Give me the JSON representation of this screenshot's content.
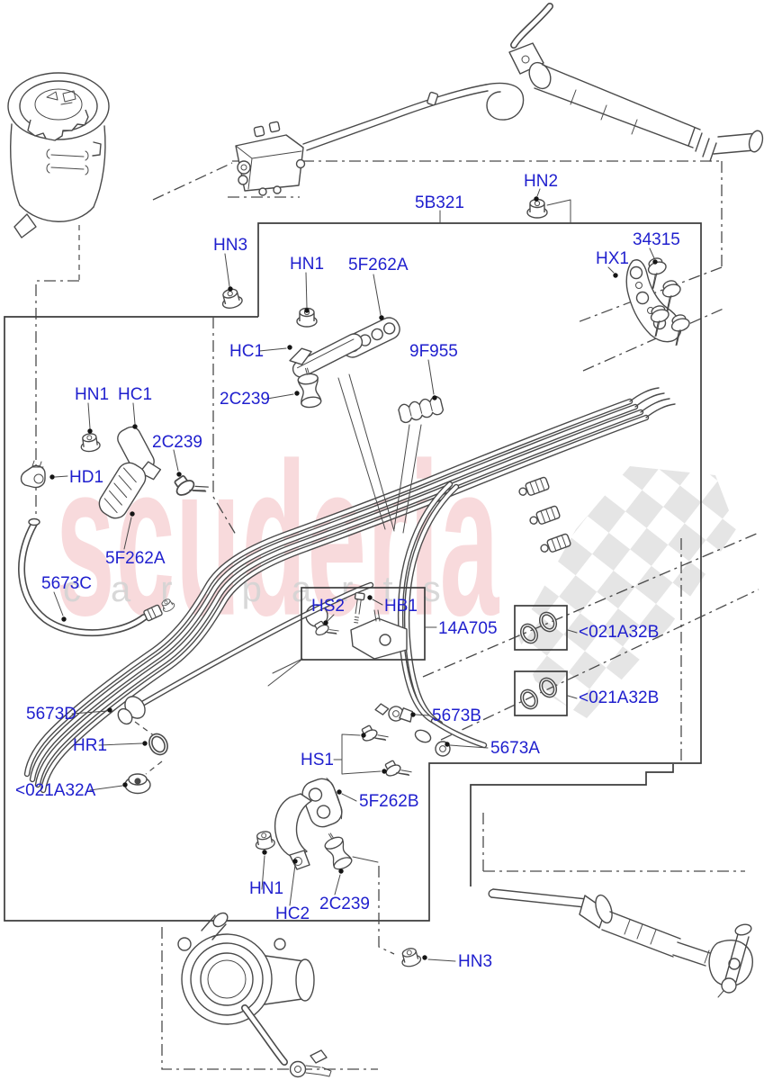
{
  "page": {
    "background": "#ffffff",
    "type": "exploded-parts-diagram",
    "subject": "power steering pipes and reservoir"
  },
  "colors": {
    "label_blue": "#1f1fce",
    "line_gray": "#4a4a4a",
    "watermark_pink": "#f2b6ba",
    "watermark_gray": "#d4d4d4",
    "flag_gray": "#e2e2e2"
  },
  "watermark": {
    "brand": "scuderia",
    "tagline": "car parts"
  },
  "labels": [
    {
      "id": "hn3-top",
      "text": "HN3"
    },
    {
      "id": "hn1-top",
      "text": "HN1"
    },
    {
      "id": "5f262a-top",
      "text": "5F262A"
    },
    {
      "id": "hc1-top",
      "text": "HC1"
    },
    {
      "id": "2c239-mid",
      "text": "2C239"
    },
    {
      "id": "5b321",
      "text": "5B321"
    },
    {
      "id": "hn2",
      "text": "HN2"
    },
    {
      "id": "34315",
      "text": "34315"
    },
    {
      "id": "hx1",
      "text": "HX1"
    },
    {
      "id": "9f955",
      "text": "9F955"
    },
    {
      "id": "hn1-left",
      "text": "HN1"
    },
    {
      "id": "hc1-left",
      "text": "HC1"
    },
    {
      "id": "2c239-left",
      "text": "2C239"
    },
    {
      "id": "hd1",
      "text": "HD1"
    },
    {
      "id": "5f262a-left",
      "text": "5F262A"
    },
    {
      "id": "5673c",
      "text": "5673C"
    },
    {
      "id": "5673d",
      "text": "5673D"
    },
    {
      "id": "hr1",
      "text": "HR1"
    },
    {
      "id": "021a32a",
      "text": "<021A32A"
    },
    {
      "id": "hs2",
      "text": "HS2"
    },
    {
      "id": "hb1",
      "text": "HB1"
    },
    {
      "id": "14a705",
      "text": "14A705"
    },
    {
      "id": "021a32b-1",
      "text": "<021A32B"
    },
    {
      "id": "021a32b-2",
      "text": "<021A32B"
    },
    {
      "id": "5673b",
      "text": "5673B"
    },
    {
      "id": "5673a",
      "text": "5673A"
    },
    {
      "id": "hs1",
      "text": "HS1"
    },
    {
      "id": "5f262b",
      "text": "5F262B"
    },
    {
      "id": "hn1-bottom",
      "text": "HN1"
    },
    {
      "id": "hc2",
      "text": "HC2"
    },
    {
      "id": "2c239-bottom",
      "text": "2C239"
    },
    {
      "id": "hn3-bottom",
      "text": "HN3"
    }
  ]
}
